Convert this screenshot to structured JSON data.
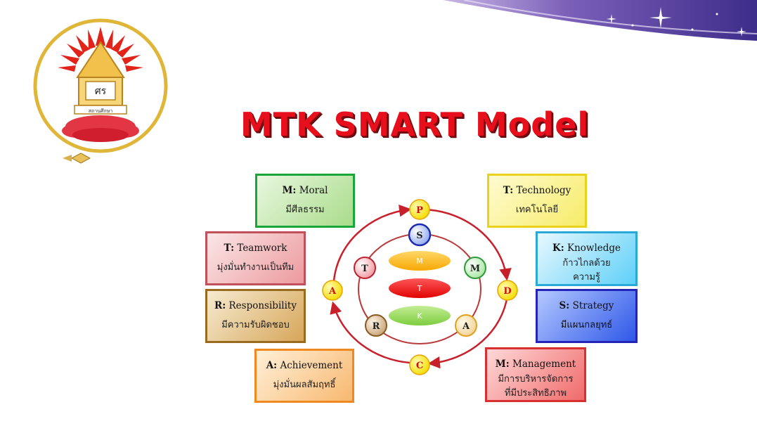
{
  "title": "MTK  SMART Model",
  "logo": {
    "caption": "สถานศึกษา"
  },
  "boxes": {
    "moral": {
      "code": "M:",
      "name": "Moral",
      "th": "มีศีลธรรม"
    },
    "teamwork": {
      "code": "T:",
      "name": "Teamwork",
      "th": "มุ่งมั่นทำงานเป็นทีม"
    },
    "responsibility": {
      "code": "R:",
      "name": "Responsibility",
      "th": "มีความรับผิดชอบ"
    },
    "achievement": {
      "code": "A:",
      "name": "Achievement",
      "th": "มุ่งมั่นผลสัมฤทธิ์"
    },
    "technology": {
      "code": "T:",
      "name": "Technology",
      "th": "เทคโนโลยี"
    },
    "knowledge": {
      "code": "K:",
      "name": "Knowledge",
      "th1": "ก้าวไกลด้วย",
      "th2": "ความรู้"
    },
    "strategy": {
      "code": "S:",
      "name": "Strategy",
      "th": "มีแผนกลยุทธ์"
    },
    "management": {
      "code": "M:",
      "name": "Management",
      "th1": "มีการบริหารจัดการ",
      "th2": "ที่มีประสิทธิภาพ"
    }
  },
  "outer_ring": [
    "P",
    "D",
    "C",
    "A"
  ],
  "inner_ring": [
    "S",
    "M",
    "A",
    "R",
    "T"
  ],
  "center": [
    "M",
    "T",
    "K"
  ],
  "colors": {
    "title": "#e60f1b",
    "arrow": "#c8202a"
  }
}
